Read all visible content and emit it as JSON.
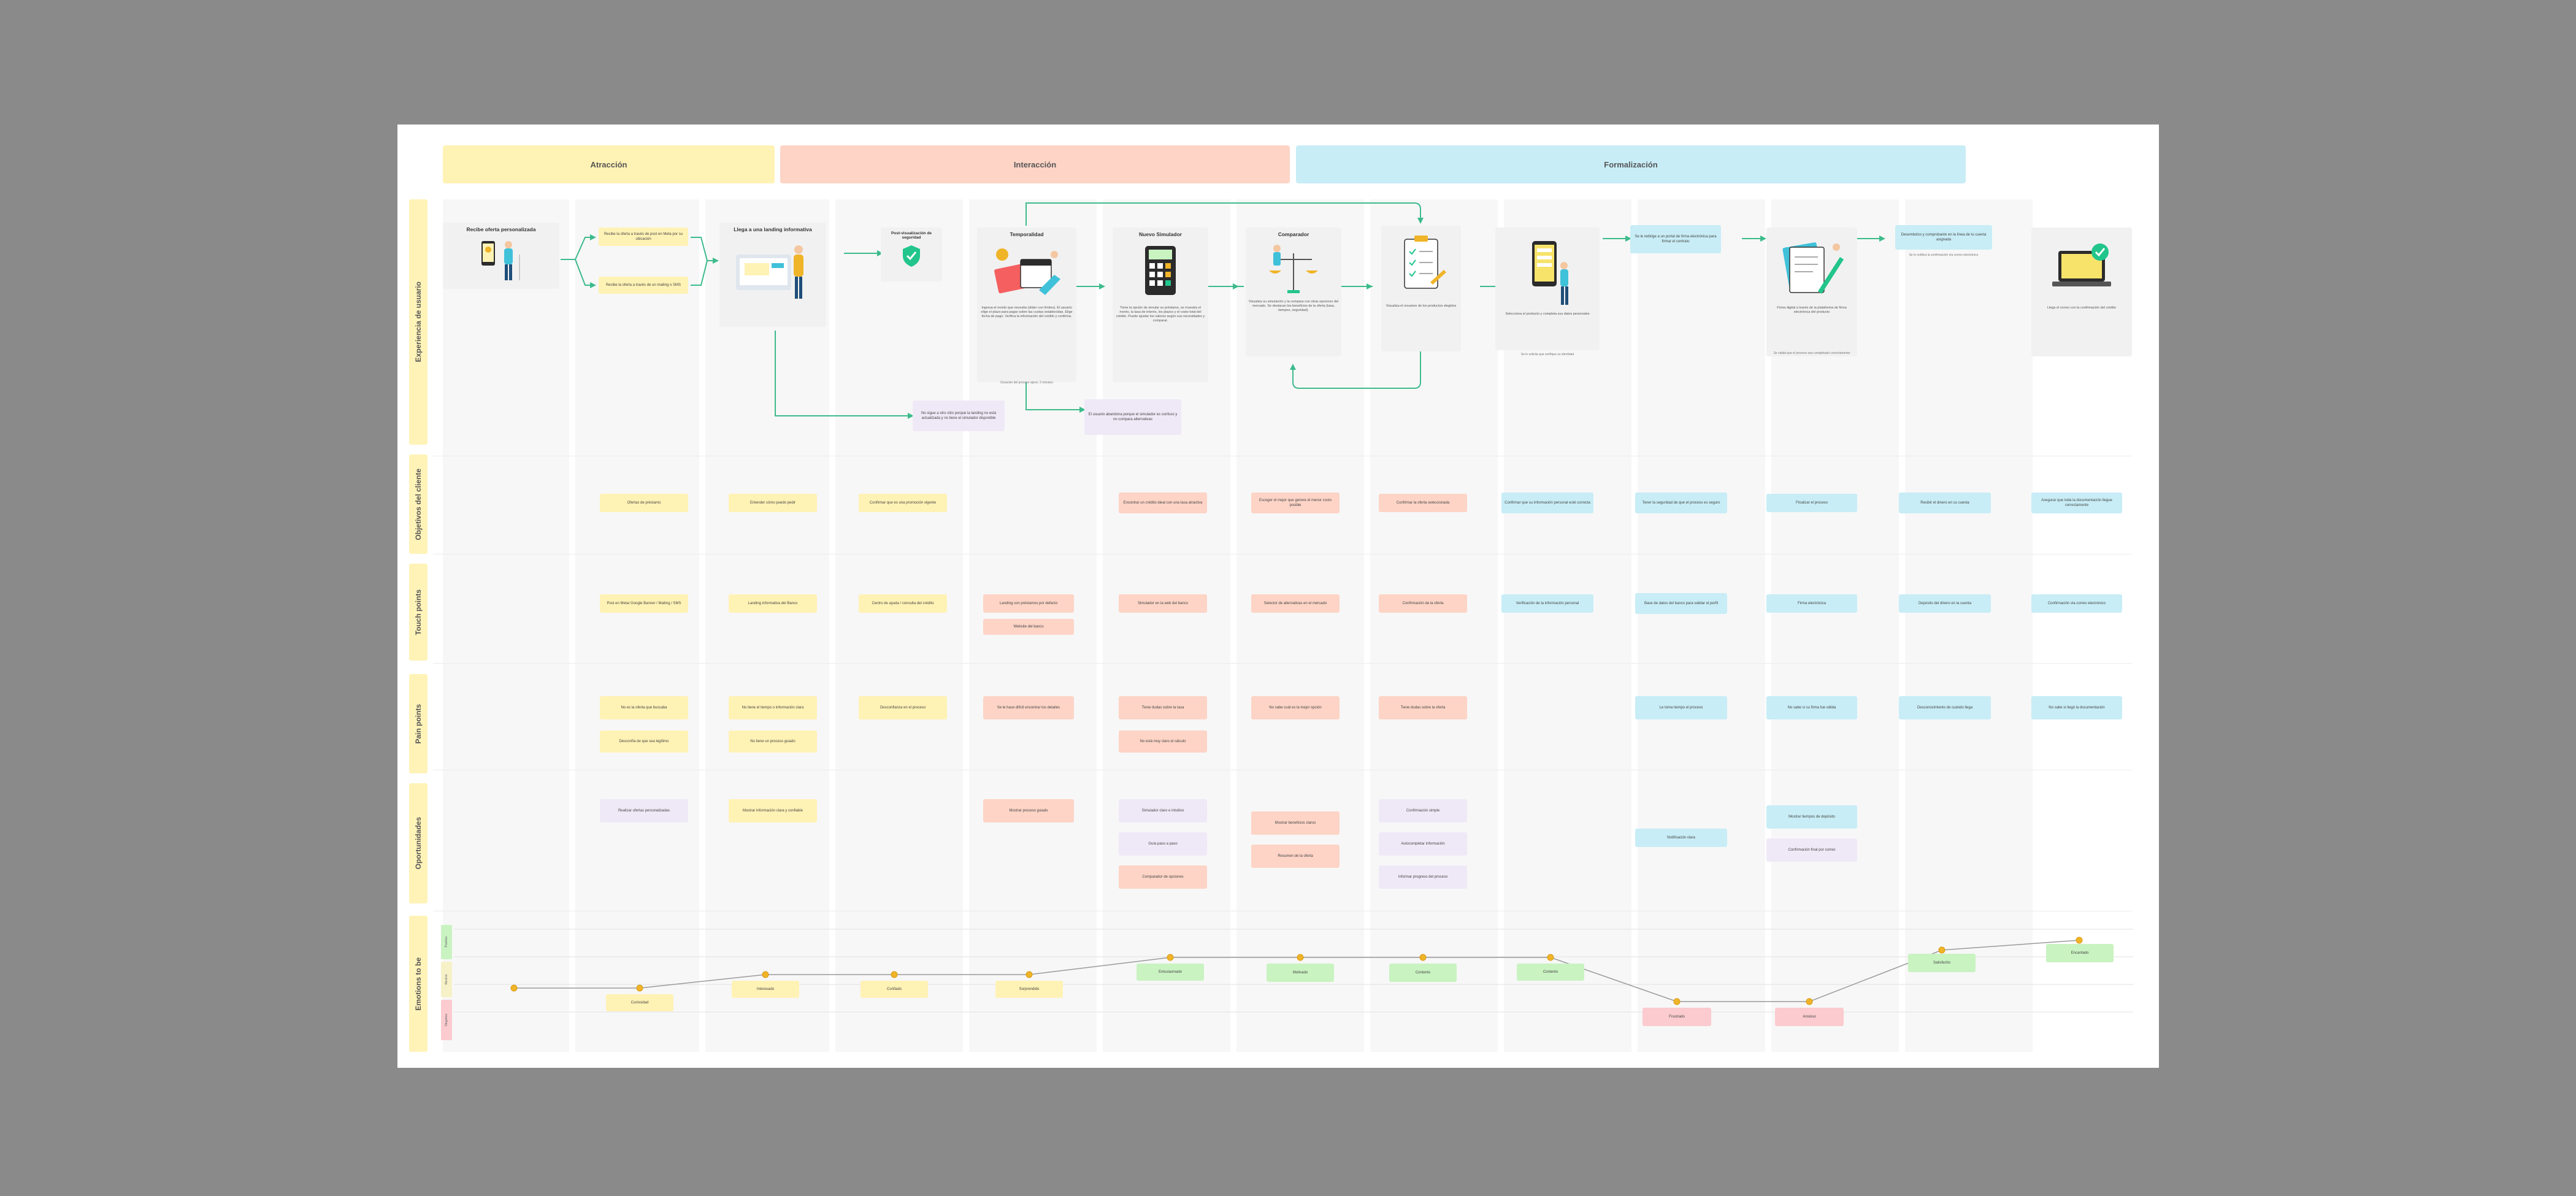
{
  "phases": {
    "attraction": "Atracción",
    "interaction": "Interacción",
    "formalization": "Formalización"
  },
  "rows": {
    "experience": "Experiencia de usuario",
    "goals": "Objetivos del cliente",
    "touch": "Touch points",
    "pain": "Pain points",
    "opps": "Oportunidades",
    "emotions": "Emotions to be"
  },
  "emotion_scale": {
    "high": "Positiva",
    "mid": "Neutral",
    "low": "Negativa"
  },
  "experience": {
    "s1_title": "Recibe oferta personalizada",
    "s1_b1": "Recibe la oferta a través de post en Meta por su ubicación",
    "s1_b2": "Recibe la oferta a través de un mailing o SMS",
    "s2_title": "Llega a una landing informativa",
    "s2_shield": "Post-visualización de seguridad",
    "s3_title": "Temporalidad",
    "s3_desc": "Ingresa el monto que necesita (slider con límites). El usuario elige el plazo para pagar sobre las cuotas establecidas. Elige fecha de pago. Verifica la información del crédito y confirma.",
    "s3_under": "Duración del proceso aprox. 2 minutos",
    "s4_title": "Nuevo Simulador",
    "s4_desc": "Tiene la opción de simular su préstamo, se muestra el monto, la tasa de interés, los plazos y el costo total del crédito. Puede ajustar los valores según sus necesidades y comparar.",
    "s5_title": "Comparador",
    "s5_desc": "Visualiza su simulación y la compara con otras opciones del mercado. Se destacan los beneficios de la oferta (tasa, tiempos, seguridad).",
    "s6_desc": "Visualiza el resumen de los productos elegidos",
    "s7_desc": "Selecciona el producto y completa sus datos personales",
    "s7_under": "Se le solicita que verifique su identidad",
    "s8_box": "Se le redirige a un portal de firma electrónica para firmar el contrato",
    "s9_desc": "Firma digital a través de la plataforma de firma electrónica del producto",
    "s9_under": "Se valida que el proceso sea completado correctamente",
    "s10_box": "Desembolso y comprobante en la línea de tu cuenta asignada",
    "s10_under": "Se le notifica la confirmación vía correo electrónico",
    "s11_desc": "Llega el correo con la confirmación del crédito",
    "note_landing": "No sigue a otro sitio porque la landing no está actualizada y no tiene el simulador disponible",
    "note_sim": "El usuario abandona porque el simulador es confuso y no compara alternativas"
  },
  "goals": [
    "Ofertas de préstamo",
    "Entender cómo puedo pedir",
    "Confirmar que es una promoción vigente",
    "Encontrar un crédito ideal con una tasa atractiva",
    "Escoger el mejor que genere el menor costo posible",
    "Confirmar la oferta seleccionada",
    "Confirmar que su información personal esté correcta",
    "Tener la seguridad de que el proceso es seguro",
    "Finalizar el proceso",
    "Recibir el dinero en su cuenta",
    "Asegurar que toda la documentación llegue correctamente"
  ],
  "touch": [
    "Post en Meta/ Google Banner / Mailing / SMS",
    "Landing informativa del Banco",
    "Centro de ayuda / consulta del crédito",
    "Landing con préstamos por defecto",
    "Website del banco",
    "Simulador en la web del banco",
    "Selector de alternativas en el mercado",
    "Confirmación de la oferta",
    "Verificación de la información personal",
    "Base de datos del banco para validar el perfil",
    "Firma electrónica",
    "Depósito del dinero en la cuenta",
    "Confirmación via correo electrónico"
  ],
  "pain": [
    "No es la oferta que buscaba",
    "Desconfía de que sea legítimo",
    "No tiene el tiempo o información clara",
    "No tiene un proceso guiado",
    "Desconfianza en el proceso",
    "Se le hace difícil encontrar los detalles",
    "Tiene dudas sobre la tasa",
    "No está muy claro el cálculo",
    "No sabe cuál es la mejor opción",
    "Tiene dudas sobre la oferta",
    "Le toma tiempo el proceso",
    "No sabe si su firma fue válida",
    "Desconocimiento de cuándo llega",
    "No sabe si llegó la documentación"
  ],
  "opps": [
    "Realizar ofertas personalizadas",
    "Mostrar información clara y confiable",
    "Mostrar proceso guiado",
    "Simulador claro e intuitivo",
    "Guía paso a paso",
    "Comparador de opciones",
    "Mostrar beneficios claros",
    "Resumen de la oferta",
    "Confirmación simple",
    "Autocompletar información",
    "Informar progreso del proceso",
    "Notificación clara",
    "Mostrar tiempos de depósito",
    "Confirmación final por correo"
  ],
  "emotions": [
    "Curiosidad",
    "Interesado",
    "Confiado",
    "Sorprendido",
    "Entusiasmado",
    "Motivado",
    "Contento",
    "Frustrado",
    "Ansioso",
    "Satisfecho",
    "Encantado"
  ],
  "colors": {
    "background": "#8a8a8a",
    "board": "#ffffff",
    "attraction": "#fff2b5",
    "interaction": "#fdd4c6",
    "formalization": "#c8edf6",
    "arrow": "#3dbb8c",
    "emotion_dot": "#f0b429"
  }
}
